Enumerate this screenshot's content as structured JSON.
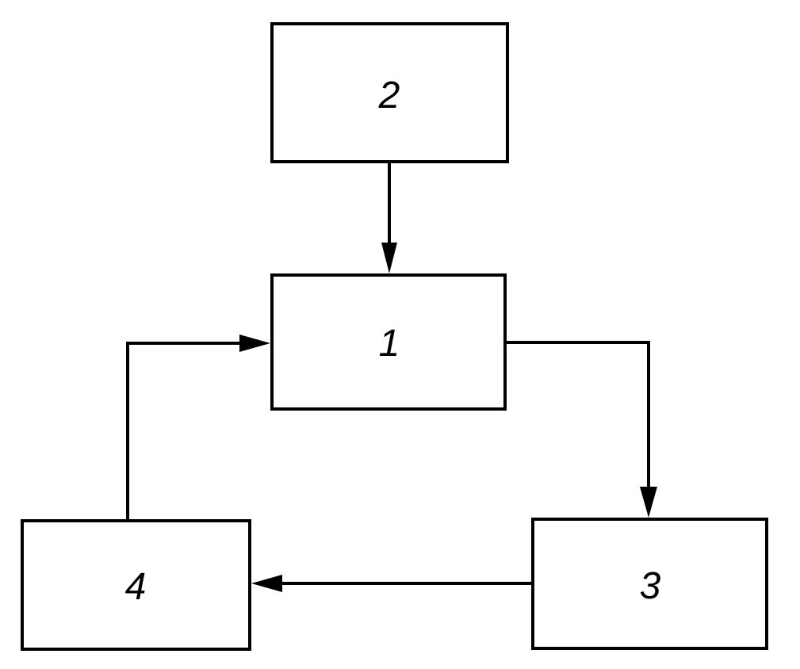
{
  "diagram": {
    "nodes": [
      {
        "id": "2",
        "label": "2"
      },
      {
        "id": "1",
        "label": "1"
      },
      {
        "id": "3",
        "label": "3"
      },
      {
        "id": "4",
        "label": "4"
      }
    ],
    "edges": [
      {
        "from": "2",
        "to": "1"
      },
      {
        "from": "1",
        "to": "3"
      },
      {
        "from": "3",
        "to": "4"
      },
      {
        "from": "4",
        "to": "1"
      }
    ],
    "colors": {
      "line": "#000000",
      "background": "#ffffff"
    }
  }
}
